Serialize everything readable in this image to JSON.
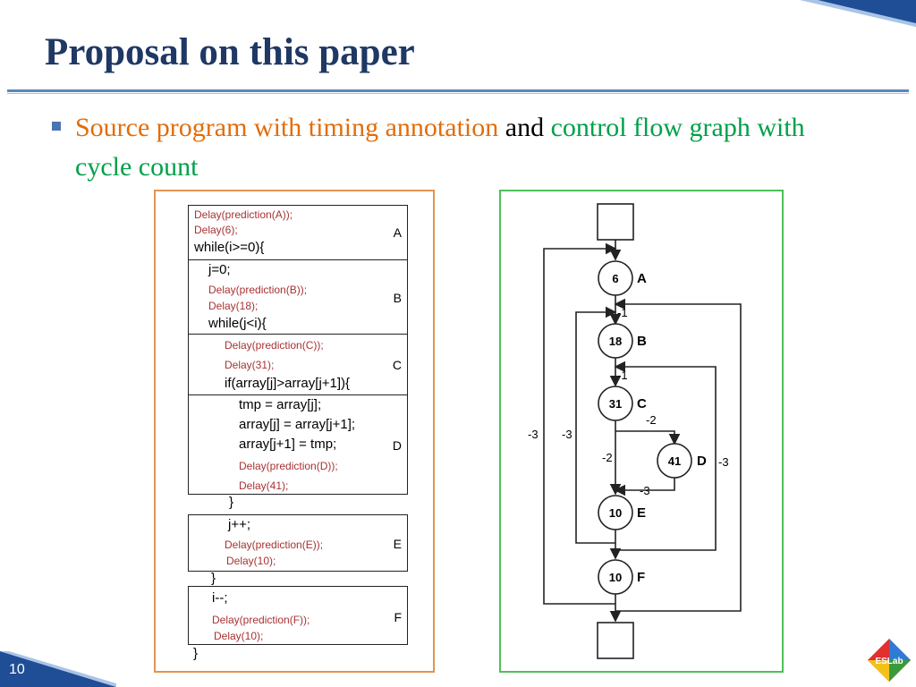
{
  "slide": {
    "title": "Proposal on this paper",
    "bullet": {
      "part1": "Source program with timing annotation",
      "part2": " and ",
      "part3": "control flow graph with cycle count"
    },
    "number": "10",
    "logo_text": "ESLab"
  },
  "code": {
    "blocks": [
      {
        "label": "A",
        "lines": [
          {
            "text": "Delay(prediction(A));",
            "kind": "red"
          },
          {
            "text": "Delay(6);",
            "kind": "red"
          },
          {
            "text": "while(i>=0){",
            "kind": "code"
          }
        ]
      },
      {
        "label": "B",
        "lines": [
          {
            "text": "j=0;",
            "kind": "code"
          },
          {
            "text": "Delay(prediction(B));",
            "kind": "red"
          },
          {
            "text": "Delay(18);",
            "kind": "red"
          },
          {
            "text": "while(j<i){",
            "kind": "code"
          }
        ]
      },
      {
        "label": "C",
        "lines": [
          {
            "text": "Delay(prediction(C));",
            "kind": "red"
          },
          {
            "text": "Delay(31);",
            "kind": "red"
          },
          {
            "text": "if(array[j]>array[j+1]){",
            "kind": "code"
          }
        ]
      },
      {
        "label": "D",
        "lines": [
          {
            "text": "tmp = array[j];",
            "kind": "code"
          },
          {
            "text": "array[j] = array[j+1];",
            "kind": "code"
          },
          {
            "text": "array[j+1] = tmp;",
            "kind": "code"
          },
          {
            "text": "Delay(prediction(D));",
            "kind": "red"
          },
          {
            "text": "Delay(41);",
            "kind": "red"
          }
        ]
      },
      {
        "label": "E",
        "lines": [
          {
            "text": "j++;",
            "kind": "code"
          },
          {
            "text": "Delay(prediction(E));",
            "kind": "red"
          },
          {
            "text": "Delay(10);",
            "kind": "red"
          }
        ]
      },
      {
        "label": "F",
        "lines": [
          {
            "text": "i--;",
            "kind": "code"
          },
          {
            "text": "Delay(prediction(F));",
            "kind": "red"
          },
          {
            "text": "Delay(10);",
            "kind": "red"
          }
        ]
      }
    ],
    "brace": "}"
  },
  "cfg": {
    "nodes": [
      {
        "id": "A",
        "count": "6"
      },
      {
        "id": "B",
        "count": "18"
      },
      {
        "id": "C",
        "count": "31"
      },
      {
        "id": "D",
        "count": "41"
      },
      {
        "id": "E",
        "count": "10"
      },
      {
        "id": "F",
        "count": "10"
      }
    ],
    "edge_labels": {
      "a_b": "-1",
      "b_c": "-1",
      "c_d": "-2",
      "c_e": "-2",
      "d_e": "-3",
      "outer_left": "-3",
      "inner_left": "-3",
      "right": "-3"
    }
  },
  "colors": {
    "title": "#1f3864",
    "orange": "#e36c09",
    "green": "#00a04a",
    "rule": "#5b86bf"
  }
}
